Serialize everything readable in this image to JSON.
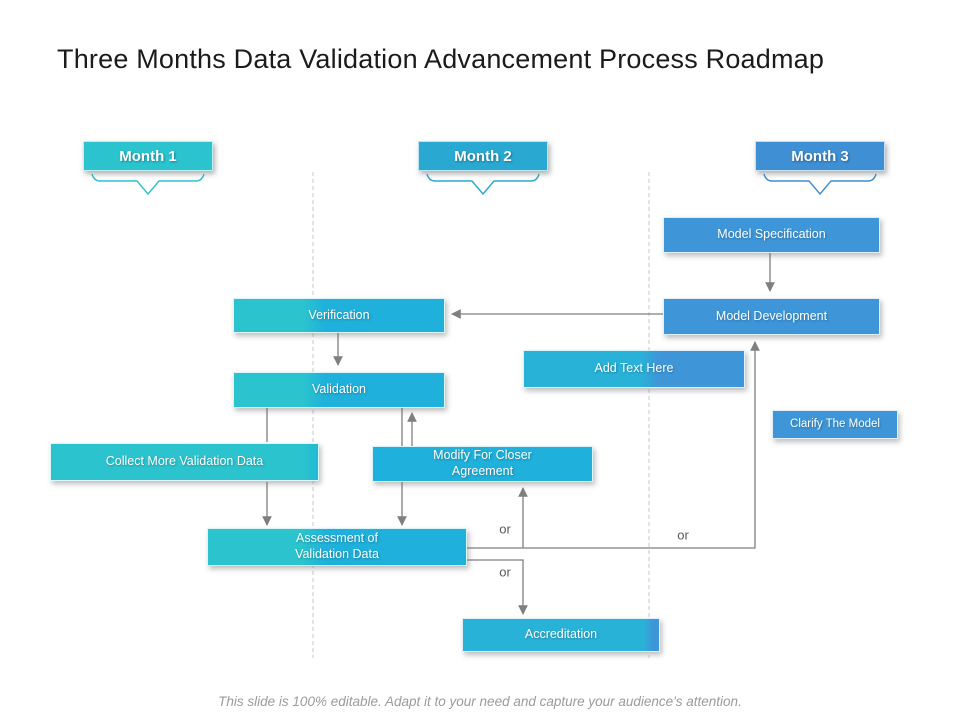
{
  "title": "Three Months Data Validation Advancement Process Roadmap",
  "footer": "This slide is 100% editable. Adapt it to your need and capture your audience's attention.",
  "months": [
    {
      "label": "Month 1",
      "color": "#2BC4CE"
    },
    {
      "label": "Month 2",
      "color": "#29A9D2"
    },
    {
      "label": "Month 3",
      "color": "#3E8FD4"
    }
  ],
  "boxes": {
    "model_specification": "Model Specification",
    "model_development": "Model Development",
    "verification": "Verification",
    "validation": "Validation",
    "add_text_here": "Add Text Here",
    "clarify_the_model": "Clarify The Model",
    "collect_more_validation_data": "Collect More Validation Data",
    "modify_for_closer_agreement": "Modify For Closer Agreement",
    "assessment_of_validation_data": "Assessment of Validation Data",
    "accreditation": "Accreditation"
  },
  "connector_labels": {
    "or_to_modify": "or",
    "or_to_model_development": "or",
    "or_to_accreditation": "or"
  },
  "colors": {
    "month1_fill": "#2BC4CE",
    "month2_fill": "#1FB1DB",
    "month3_fill": "#3E96D8",
    "connector": "#7F7F7F",
    "divider": "#C9C9C9"
  }
}
